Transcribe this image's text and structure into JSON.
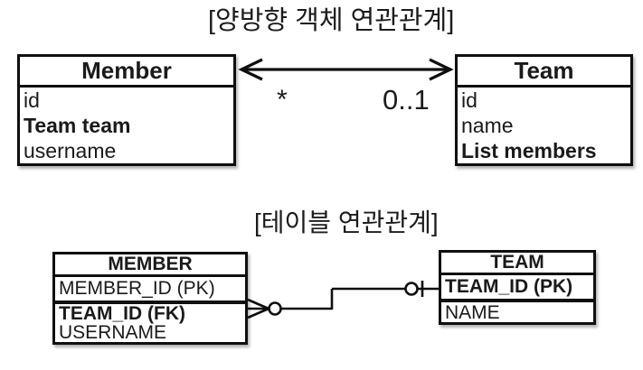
{
  "object_diagram": {
    "title": "[양방향 객체 연관관계]",
    "member": {
      "title": "Member",
      "attributes": [
        "id",
        "Team team",
        "username"
      ]
    },
    "team": {
      "title": "Team",
      "attributes": [
        "id",
        "name",
        "List members"
      ]
    },
    "relation": {
      "member_side_multiplicity": "*",
      "team_side_multiplicity": "0..1"
    }
  },
  "table_diagram": {
    "title": "[테이블 연관관계]",
    "member_table": {
      "title": "MEMBER",
      "pk_row": "MEMBER_ID (PK)",
      "rows": [
        "TEAM_ID (FK)",
        "USERNAME"
      ]
    },
    "team_table": {
      "title": "TEAM",
      "pk_row": "TEAM_ID (PK)",
      "rows": [
        "NAME"
      ]
    }
  },
  "colors": {
    "background": "#ffffff",
    "line": "#0f0f0f",
    "text": "#1a1a1a"
  }
}
